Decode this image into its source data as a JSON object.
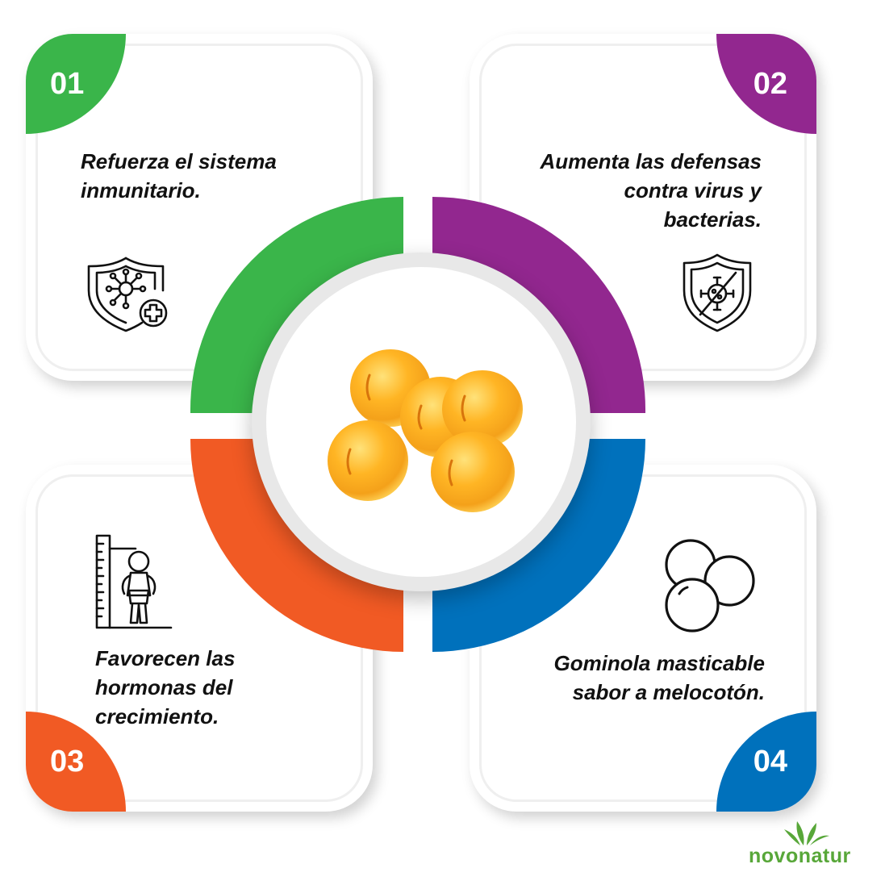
{
  "cards": [
    {
      "number": "01",
      "text": "Refuerza el sistema\ninmunitario.",
      "color": "#3ab54a",
      "icon": "immune-shield-icon"
    },
    {
      "number": "02",
      "text": "Aumenta las defensas\ncontra virus y\nbacterias.",
      "color": "#92278f",
      "icon": "virus-shield-icon"
    },
    {
      "number": "03",
      "text": "Favorecen las\nhormonas del\ncrecimiento.",
      "color": "#f15a24",
      "icon": "baby-height-icon"
    },
    {
      "number": "04",
      "text": "Gominola masticable\nsabor a melocotón.",
      "color": "#0071bc",
      "icon": "gummies-icon"
    }
  ],
  "center": {
    "image": "peach-gummies"
  },
  "brand": {
    "name": "novonatur",
    "color": "#58a739"
  }
}
